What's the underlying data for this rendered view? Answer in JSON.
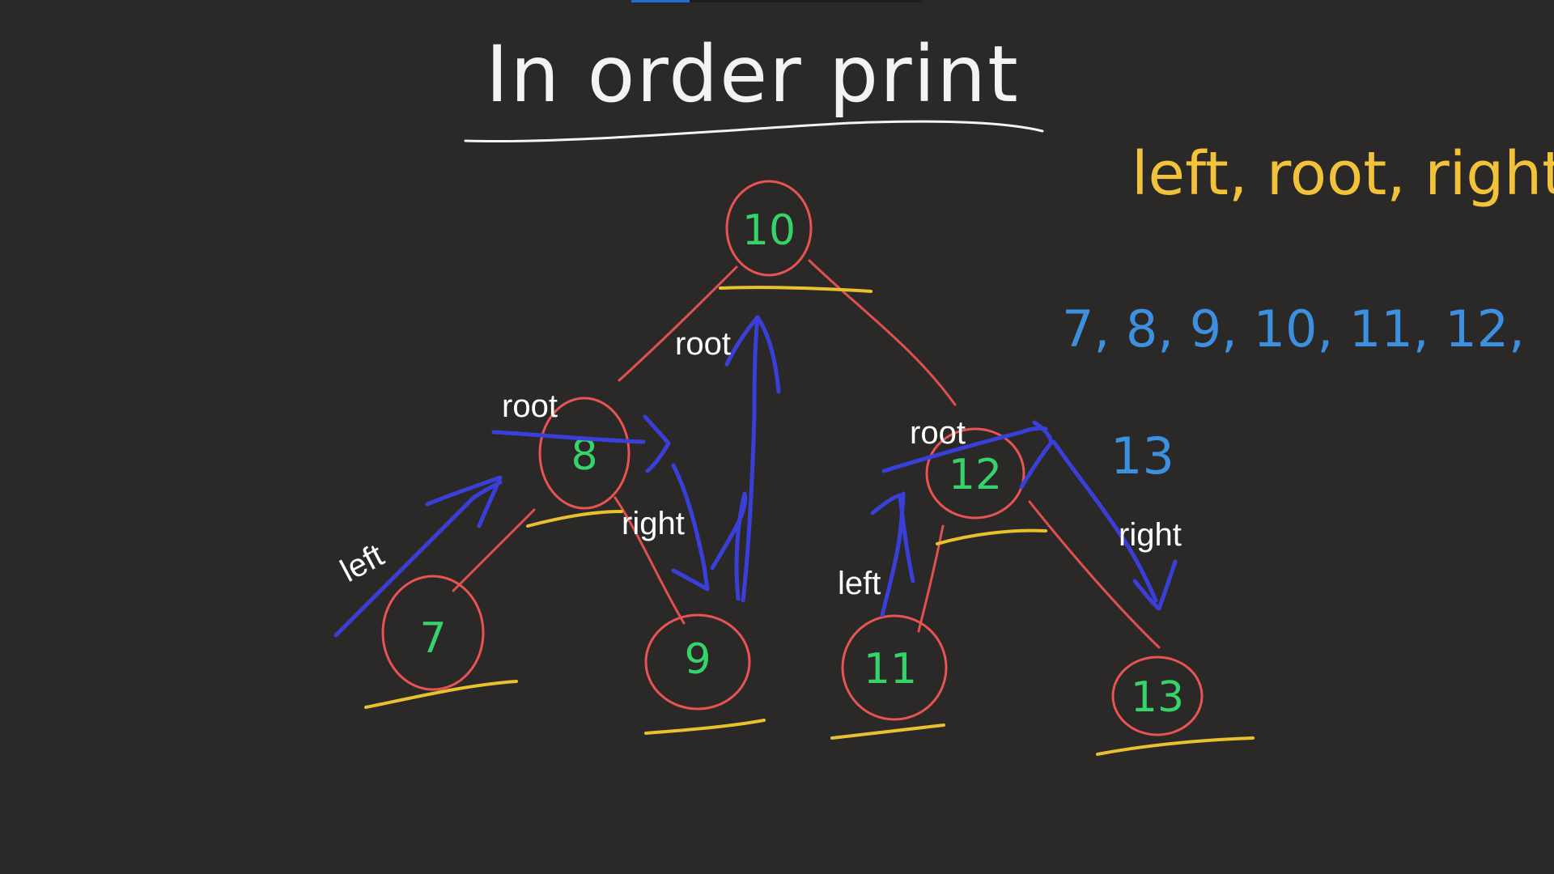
{
  "title": "In order print",
  "rule": "left, root, right",
  "sequence": {
    "line1": "7, 8, 9, 10, 11, 12,",
    "line2": "13"
  },
  "nodes": [
    {
      "id": "n10",
      "value": "10"
    },
    {
      "id": "n8",
      "value": "8"
    },
    {
      "id": "n12",
      "value": "12"
    },
    {
      "id": "n7",
      "value": "7"
    },
    {
      "id": "n9",
      "value": "9"
    },
    {
      "id": "n11",
      "value": "11"
    },
    {
      "id": "n13",
      "value": "13"
    }
  ],
  "labels": {
    "root_top": "root",
    "root_left": "root",
    "root_right": "root",
    "right_left": "right",
    "right_right": "right",
    "left_left": "left",
    "left_right": "left"
  },
  "colors": {
    "background": "#2a2927",
    "node_ring": "#e85353",
    "node_value": "#35d36a",
    "traversal": "#3b3fd9",
    "underline": "#e9c02e",
    "sequence": "#3d8fe0",
    "title": "#f3f3f3"
  },
  "progress": 0.2
}
